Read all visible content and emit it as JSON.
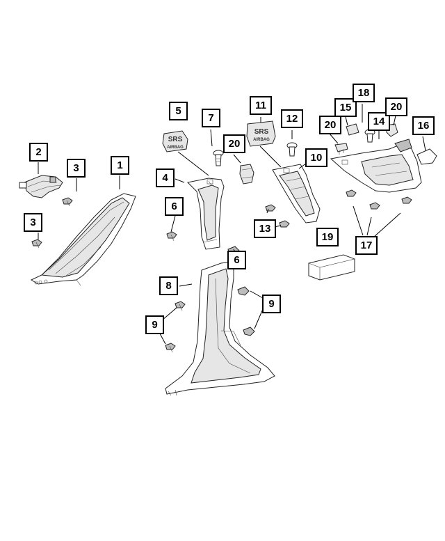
{
  "diagram": {
    "callouts": [
      {
        "id": "c1",
        "label": "1"
      },
      {
        "id": "c2",
        "label": "2"
      },
      {
        "id": "c3a",
        "label": "3"
      },
      {
        "id": "c3b",
        "label": "3"
      },
      {
        "id": "c4",
        "label": "4"
      },
      {
        "id": "c5",
        "label": "5"
      },
      {
        "id": "c6a",
        "label": "6"
      },
      {
        "id": "c6b",
        "label": "6"
      },
      {
        "id": "c7",
        "label": "7"
      },
      {
        "id": "c8",
        "label": "8"
      },
      {
        "id": "c9a",
        "label": "9"
      },
      {
        "id": "c9b",
        "label": "9"
      },
      {
        "id": "c10",
        "label": "10"
      },
      {
        "id": "c11",
        "label": "11"
      },
      {
        "id": "c12",
        "label": "12"
      },
      {
        "id": "c13",
        "label": "13"
      },
      {
        "id": "c14",
        "label": "14"
      },
      {
        "id": "c15",
        "label": "15"
      },
      {
        "id": "c16",
        "label": "16"
      },
      {
        "id": "c17",
        "label": "17"
      },
      {
        "id": "c18",
        "label": "18"
      },
      {
        "id": "c19",
        "label": "19"
      },
      {
        "id": "c20a",
        "label": "20"
      },
      {
        "id": "c20b",
        "label": "20"
      },
      {
        "id": "c20c",
        "label": "20"
      }
    ],
    "badges": {
      "srs_top": "SRS",
      "srs_bottom": "AIRBAG"
    }
  }
}
